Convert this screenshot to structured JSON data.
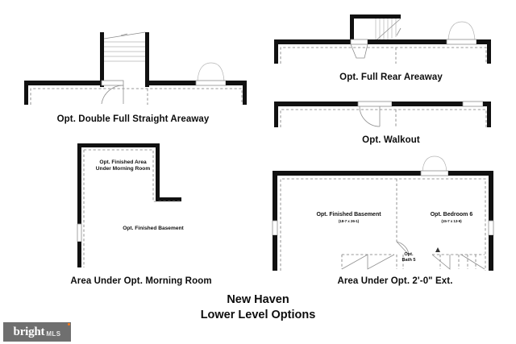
{
  "document": {
    "title_line1": "New Haven",
    "title_line2": "Lower Level Options"
  },
  "plans": [
    {
      "id": "double-full-straight-areaway",
      "caption": "Opt. Double Full Straight Areaway",
      "features": [
        "stair-run",
        "swing-door",
        "bay-bump-out",
        "foundation-wall",
        "dashed-interior-line"
      ]
    },
    {
      "id": "full-rear-areaway",
      "caption": "Opt. Full Rear Areaway",
      "features": [
        "stair-run",
        "swing-door",
        "bay-bump-out",
        "foundation-wall",
        "dashed-interior-line"
      ]
    },
    {
      "id": "walkout",
      "caption": "Opt. Walkout",
      "features": [
        "swing-door",
        "window-opening",
        "foundation-wall",
        "dashed-interior-line"
      ]
    },
    {
      "id": "area-under-morning-room",
      "caption": "Area Under Opt. Morning Room",
      "rooms": [
        {
          "name_line1": "Opt. Finished Area",
          "name_line2": "Under Morning Room"
        },
        {
          "name": "Opt. Finished Basement"
        }
      ],
      "features": [
        "window-opening",
        "foundation-wall",
        "dashed-interior-line"
      ]
    },
    {
      "id": "area-under-2-0-ext",
      "caption": "Area Under Opt. 2'-0\" Ext.",
      "rooms": [
        {
          "name": "Opt. Finished Basement",
          "dimensions": "(18-7 x 26-1)"
        },
        {
          "name": "Opt. Bedroom 6",
          "dimensions": "(15-7 x 13-9)"
        },
        {
          "name_line1": "Opt.",
          "name_line2": "Bath 5"
        }
      ],
      "features": [
        "window-opening",
        "bay-bump-out",
        "closet-doors",
        "swing-door",
        "foundation-wall"
      ]
    }
  ],
  "watermark": {
    "brand": "bright",
    "suffix": "MLS"
  },
  "colors": {
    "wall": "#111111",
    "line": "#9a9a9a",
    "text": "#0d0d0d",
    "watermark_bg": "#6f6f6f",
    "watermark_accent": "#ff7a18"
  }
}
